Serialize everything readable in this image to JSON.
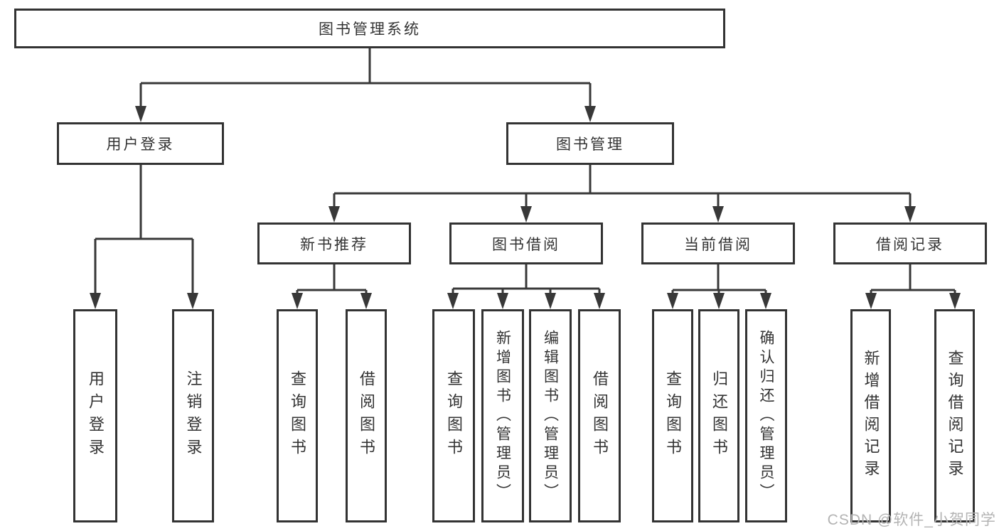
{
  "colors": {
    "line": "#383838",
    "box_border": "#333333",
    "text": "#333333",
    "watermark": "#b3b3b3",
    "background": "#ffffff"
  },
  "tree": {
    "label": "图书管理系统",
    "children": [
      {
        "label": "用户登录",
        "children": [
          {
            "label": "用户登录"
          },
          {
            "label": "注销登录"
          }
        ]
      },
      {
        "label": "图书管理",
        "children": [
          {
            "label": "新书推荐",
            "children": [
              {
                "label": "查询图书"
              },
              {
                "label": "借阅图书"
              }
            ]
          },
          {
            "label": "图书借阅",
            "children": [
              {
                "label": "查询图书"
              },
              {
                "label": "新增图书（管理员）"
              },
              {
                "label": "编辑图书（管理员）"
              },
              {
                "label": "借阅图书"
              }
            ]
          },
          {
            "label": "当前借阅",
            "children": [
              {
                "label": "查询图书"
              },
              {
                "label": "归还图书"
              },
              {
                "label": "确认归还（管理员）"
              }
            ]
          },
          {
            "label": "借阅记录",
            "children": [
              {
                "label": "新增借阅记录"
              },
              {
                "label": "查询借阅记录"
              }
            ]
          }
        ]
      }
    ]
  },
  "watermark": {
    "text": "CSDN @软件_小贺同学"
  }
}
